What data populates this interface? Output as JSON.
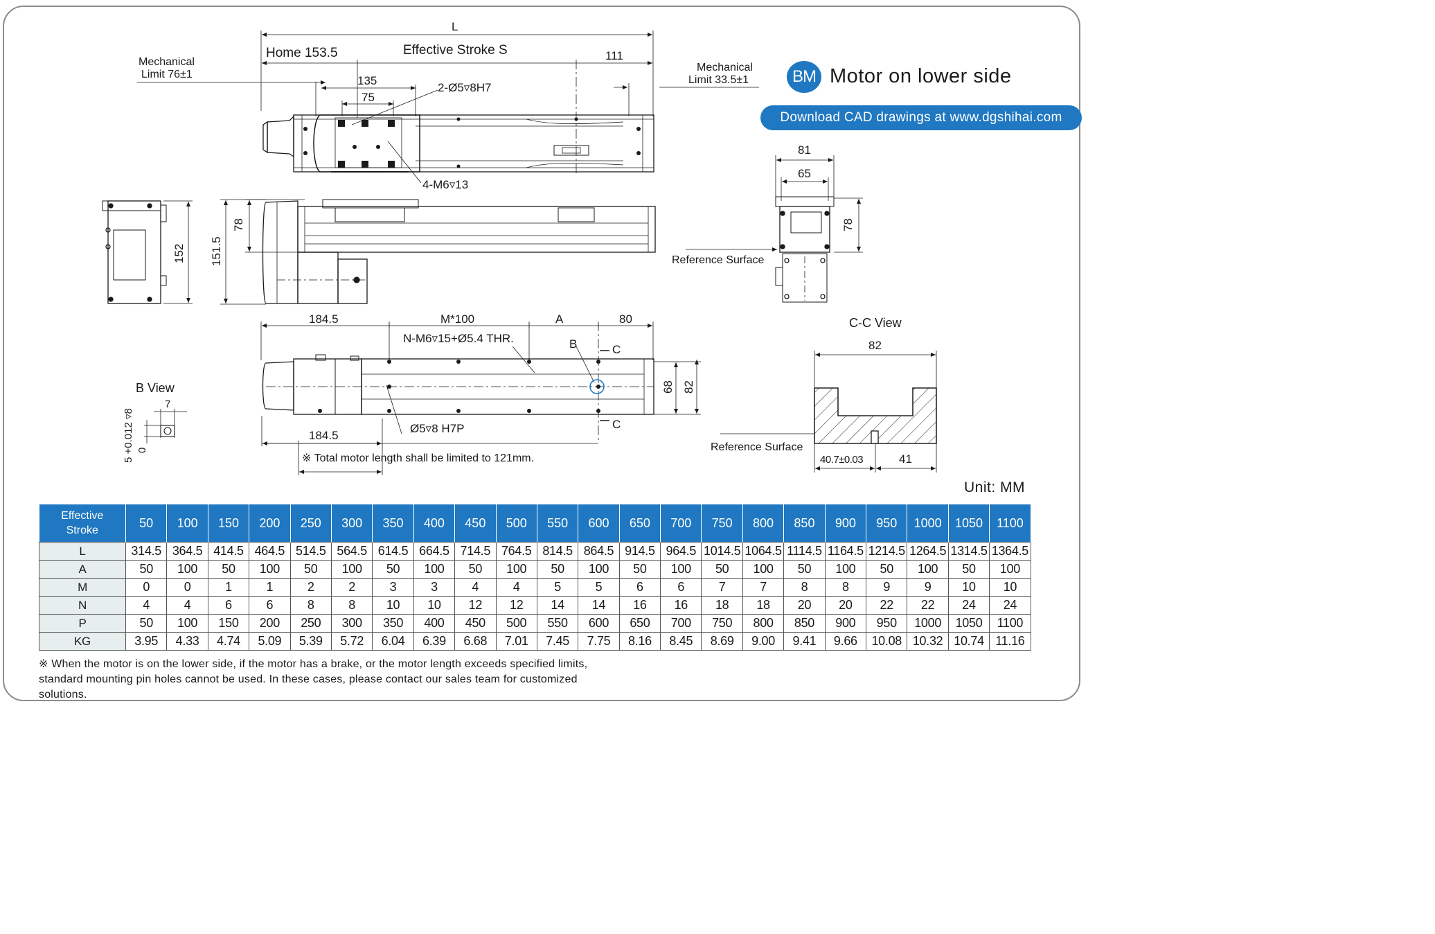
{
  "header": {
    "badge": "BM",
    "title": "Motor on lower side",
    "cad_link": "Download CAD drawings at www.dgshihai.com"
  },
  "top_view": {
    "dim_L": "L",
    "home": "Home 153.5",
    "effective_stroke": "Effective Stroke S",
    "dim_111": "111",
    "mech_limit_left_1": "Mechanical",
    "mech_limit_left_2": "Limit 76±1",
    "mech_limit_right_1": "Mechanical",
    "mech_limit_right_2": "Limit 33.5±1",
    "dim_135": "135",
    "dim_75": "75",
    "hole_top": "2-Ø5▿8H7",
    "hole_bottom": "4-M6▿13"
  },
  "side_view": {
    "dim_152": "152",
    "dim_151_5": "151.5",
    "dim_78": "78"
  },
  "end_view": {
    "dim_81": "81",
    "dim_65": "65",
    "dim_78": "78",
    "reference": "Reference Surface"
  },
  "bottom_view": {
    "dim_184_5_top": "184.5",
    "dim_m100": "M*100",
    "dim_a": "A",
    "dim_80": "80",
    "thread": "N-M6▿15+Ø5.4 THR.",
    "label_b": "B",
    "label_c_top": "C",
    "label_c_bottom": "C",
    "dim_68": "68",
    "dim_82": "82",
    "pin_hole": "Ø5▿8 H7P",
    "dim_184_5_bottom": "184.5",
    "motor_note": "※ Total motor length shall be limited to 121mm."
  },
  "b_view": {
    "title": "B View",
    "dim_7": "7",
    "dim_depth": "5 +0.012 ▿8",
    "dim_zero": "0"
  },
  "cc_view": {
    "title": "C-C View",
    "dim_82": "82",
    "reference": "Reference Surface",
    "dim_40_7": "40.7±0.03",
    "dim_41": "41"
  },
  "unit": "Unit: MM",
  "table": {
    "header_label": [
      "Effective",
      "Stroke"
    ],
    "strokes": [
      "50",
      "100",
      "150",
      "200",
      "250",
      "300",
      "350",
      "400",
      "450",
      "500",
      "550",
      "600",
      "650",
      "700",
      "750",
      "800",
      "850",
      "900",
      "950",
      "1000",
      "1050",
      "1100"
    ],
    "rows": [
      {
        "label": "L",
        "values": [
          "314.5",
          "364.5",
          "414.5",
          "464.5",
          "514.5",
          "564.5",
          "614.5",
          "664.5",
          "714.5",
          "764.5",
          "814.5",
          "864.5",
          "914.5",
          "964.5",
          "1014.5",
          "1064.5",
          "1114.5",
          "1164.5",
          "1214.5",
          "1264.5",
          "1314.5",
          "1364.5"
        ]
      },
      {
        "label": "A",
        "values": [
          "50",
          "100",
          "50",
          "100",
          "50",
          "100",
          "50",
          "100",
          "50",
          "100",
          "50",
          "100",
          "50",
          "100",
          "50",
          "100",
          "50",
          "100",
          "50",
          "100",
          "50",
          "100"
        ]
      },
      {
        "label": "M",
        "values": [
          "0",
          "0",
          "1",
          "1",
          "2",
          "2",
          "3",
          "3",
          "4",
          "4",
          "5",
          "5",
          "6",
          "6",
          "7",
          "7",
          "8",
          "8",
          "9",
          "9",
          "10",
          "10"
        ]
      },
      {
        "label": "N",
        "values": [
          "4",
          "4",
          "6",
          "6",
          "8",
          "8",
          "10",
          "10",
          "12",
          "12",
          "14",
          "14",
          "16",
          "16",
          "18",
          "18",
          "20",
          "20",
          "22",
          "22",
          "24",
          "24"
        ]
      },
      {
        "label": "P",
        "values": [
          "50",
          "100",
          "150",
          "200",
          "250",
          "300",
          "350",
          "400",
          "450",
          "500",
          "550",
          "600",
          "650",
          "700",
          "750",
          "800",
          "850",
          "900",
          "950",
          "1000",
          "1050",
          "1100"
        ]
      },
      {
        "label": "KG",
        "values": [
          "3.95",
          "4.33",
          "4.74",
          "5.09",
          "5.39",
          "5.72",
          "6.04",
          "6.39",
          "6.68",
          "7.01",
          "7.45",
          "7.75",
          "8.16",
          "8.45",
          "8.69",
          "9.00",
          "9.41",
          "9.66",
          "10.08",
          "10.32",
          "10.74",
          "11.16"
        ]
      }
    ]
  },
  "footnote": "※ When the motor is on the lower side, if the motor has a brake, or the motor length exceeds specified limits, standard mounting pin holes cannot be used. In these cases, please contact our sales team for customized solutions.",
  "colors": {
    "accent": "#1f78c1",
    "row_header_bg": "#e6eeee",
    "frame": "#8c8c8c"
  }
}
